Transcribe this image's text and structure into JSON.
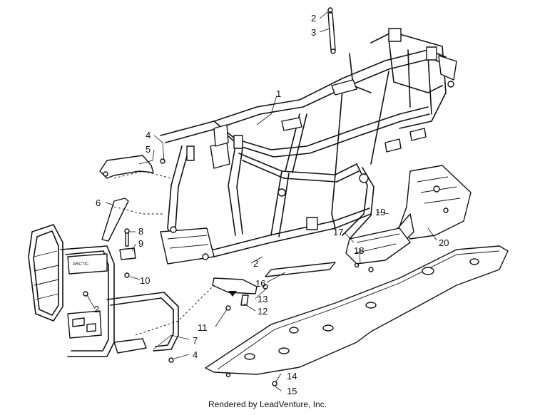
{
  "diagram": {
    "callouts": [
      {
        "id": "c1",
        "label": "1"
      },
      {
        "id": "c2a",
        "label": "2"
      },
      {
        "id": "c3",
        "label": "3"
      },
      {
        "id": "c4a",
        "label": "4"
      },
      {
        "id": "c5",
        "label": "5"
      },
      {
        "id": "c6",
        "label": "6"
      },
      {
        "id": "c8",
        "label": "8"
      },
      {
        "id": "c9",
        "label": "9"
      },
      {
        "id": "c10",
        "label": "10"
      },
      {
        "id": "c2b",
        "label": "2"
      },
      {
        "id": "c2c",
        "label": "2"
      },
      {
        "id": "c7",
        "label": "7"
      },
      {
        "id": "c4b",
        "label": "4"
      },
      {
        "id": "c11",
        "label": "11"
      },
      {
        "id": "c12",
        "label": "12"
      },
      {
        "id": "c13",
        "label": "13"
      },
      {
        "id": "c16",
        "label": "16"
      },
      {
        "id": "c17",
        "label": "17"
      },
      {
        "id": "c18",
        "label": "18"
      },
      {
        "id": "c19",
        "label": "19"
      },
      {
        "id": "c20",
        "label": "20"
      },
      {
        "id": "c14",
        "label": "14"
      },
      {
        "id": "c15",
        "label": "15"
      }
    ]
  },
  "footer": {
    "text": "Rendered by LeadVenture, Inc."
  }
}
